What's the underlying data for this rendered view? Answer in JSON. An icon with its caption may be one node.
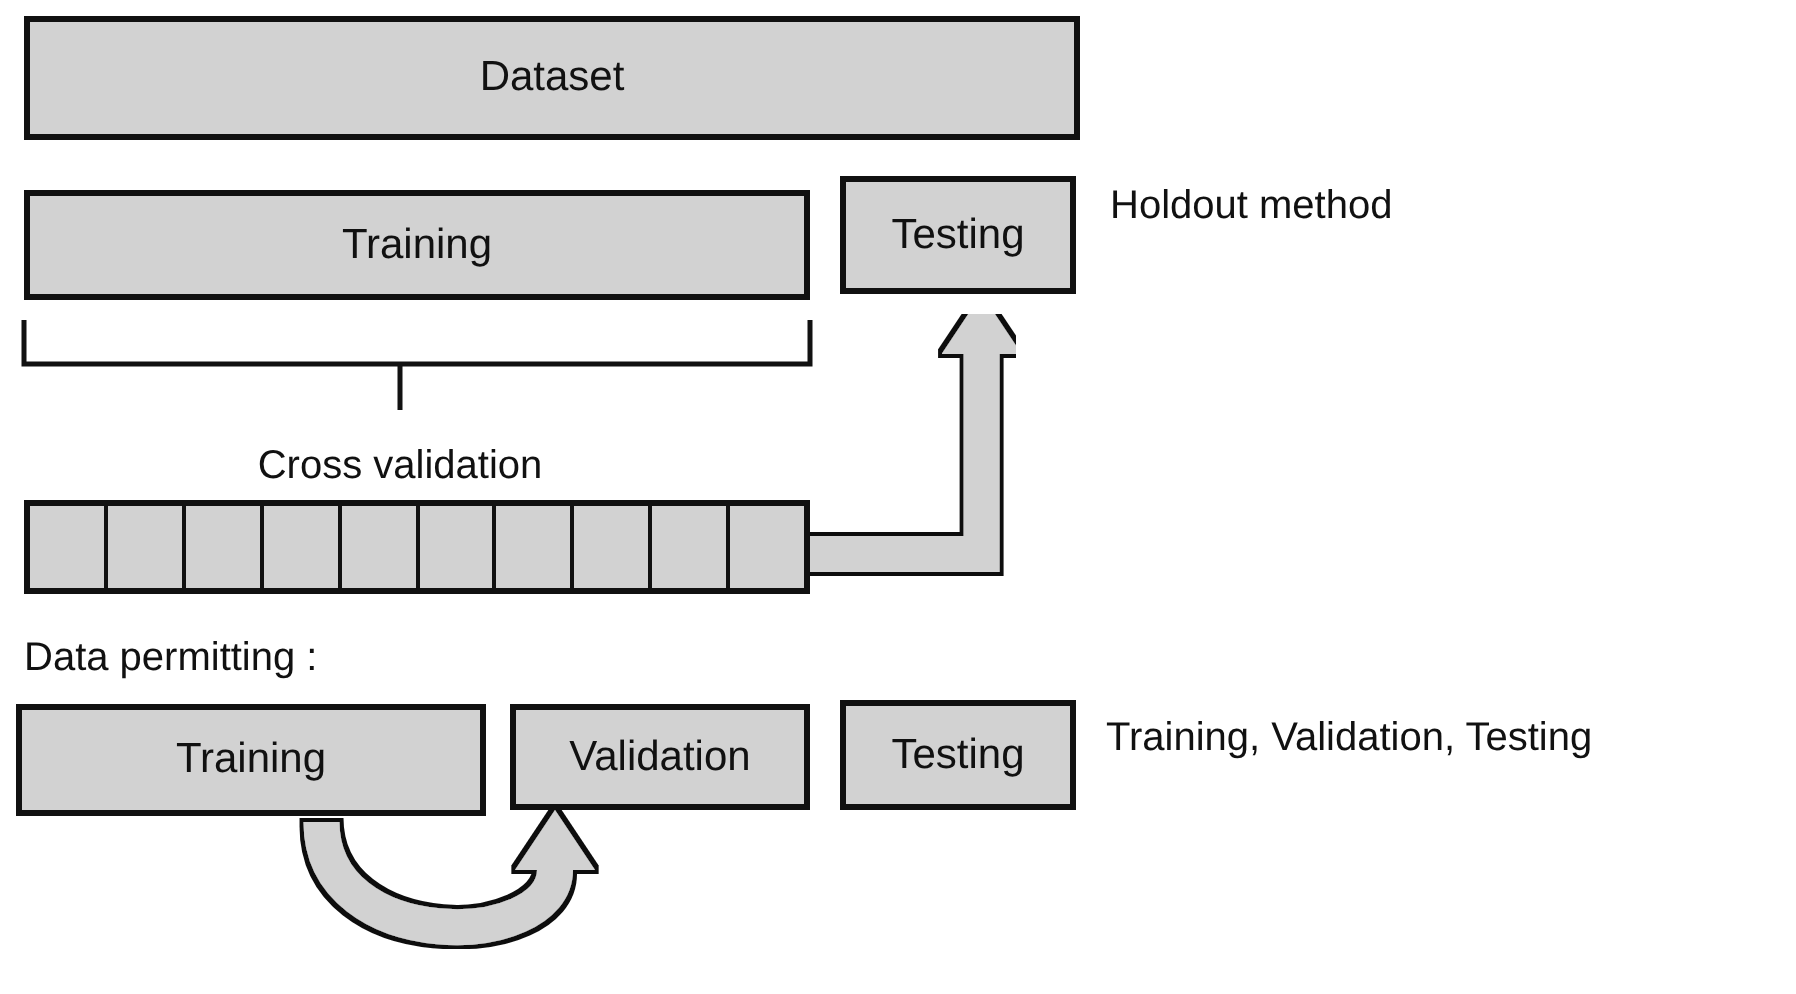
{
  "diagram": {
    "nodes": [
      {
        "text": [
          "Dataset"
        ]
      },
      {
        "text": [
          "Training"
        ]
      },
      {
        "text": [
          "Testing"
        ],
        "beside": [
          "Holdout method"
        ]
      },
      {
        "text": [],
        "shape": "bar"
      },
      {
        "text": [
          "Training"
        ]
      },
      {
        "text": [
          "Validation"
        ]
      },
      {
        "text": [
          "Testing"
        ],
        "beside": [
          "Training, Validation, Testing"
        ]
      }
    ],
    "edges": [
      {
        "from": 3,
        "to": 2,
        "arrow": "to"
      },
      {
        "from": 4,
        "to": 5,
        "arrow": "to"
      }
    ],
    "labels": [
      "Cross validation",
      "Data permitting :"
    ]
  }
}
